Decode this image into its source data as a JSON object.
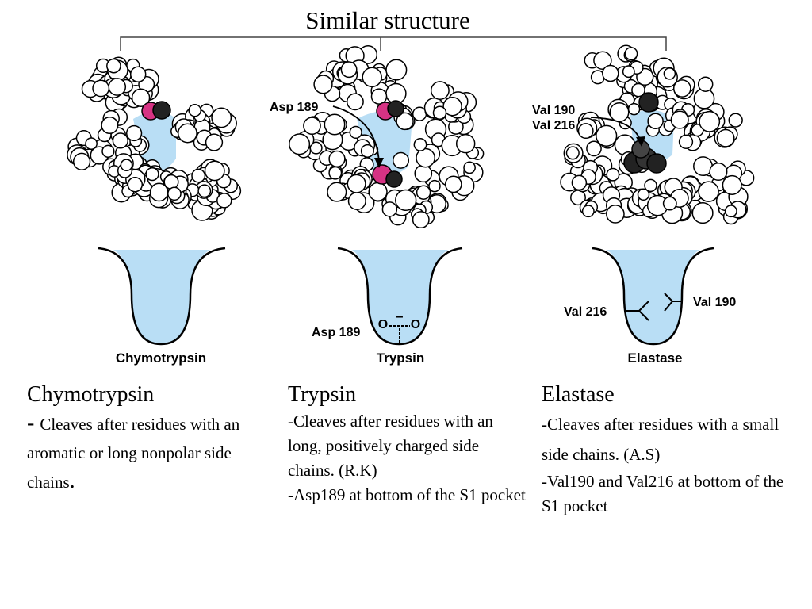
{
  "title": "Similar structure",
  "diagram": {
    "models": {
      "chymotrypsin": {
        "pocket_color": "#b9def5"
      },
      "trypsin": {
        "label": "Asp 189",
        "highlight_color": "#d63384"
      },
      "elastase": {
        "label_1": "Val 190",
        "label_2": "Val 216",
        "highlight_color": "#333333"
      }
    },
    "pockets": {
      "chymotrypsin": {
        "name": "Chymotrypsin"
      },
      "trypsin": {
        "name": "Trypsin",
        "residue_label": "Asp 189",
        "charge": "−",
        "oxygen": "O"
      },
      "elastase": {
        "name": "Elastase",
        "left_label": "Val 216",
        "right_label": "Val 190"
      }
    },
    "fill_color": "#b9def5"
  },
  "columns": {
    "chymotrypsin": {
      "heading": "Chymotrypsin",
      "dash": "- ",
      "text": "Cleaves after residues with an aromatic or long nonpolar side chains",
      "period": "."
    },
    "trypsin": {
      "heading": "Trypsin",
      "line1": "-Cleaves after residues with an long, positively charged side chains. (R.K)",
      "line2": "-Asp189 at bottom of the S1 pocket"
    },
    "elastase": {
      "heading": "Elastase",
      "line1": "-Cleaves after residues with a small side chains. (A.S)",
      "line2": "-Val190 and Val216 at bottom of the S1 pocket"
    }
  }
}
